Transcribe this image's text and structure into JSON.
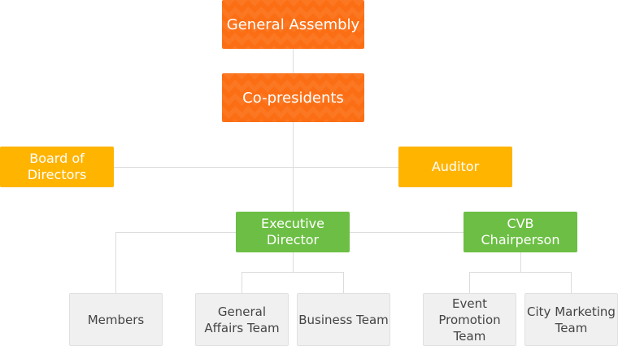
{
  "org_chart": {
    "general_assembly": "General Assembly",
    "co_presidents": "Co-presidents",
    "board_of_directors": "Board of\nDirectors",
    "auditor": "Auditor",
    "executive_director": "Executive\nDirector",
    "cvb_chairperson": "CVB\nChairperson",
    "members": "Members",
    "general_affairs_team": "General\nAffairs Team",
    "business_team": "Business Team",
    "event_promotion_team": "Event\nPromotion\nTeam",
    "city_marketing_team": "City Marketing\nTeam"
  },
  "colors": {
    "top_level": "#fb6e14",
    "oversight": "#ffb400",
    "executive": "#6cbf44",
    "team": "#f0f0f0"
  }
}
